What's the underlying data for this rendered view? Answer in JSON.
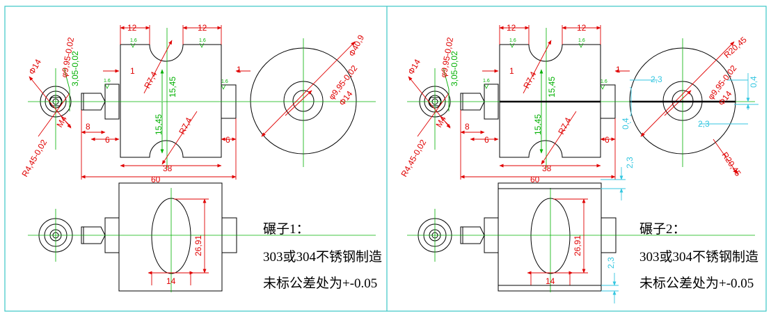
{
  "colors": {
    "outline": "#000000",
    "dimension": "#e00000",
    "centerline": "#00b000",
    "extra_dimension": "#33c6e0",
    "frame": "#39c6c6"
  },
  "panels": [
    {
      "dims": {
        "top_w1": "12",
        "top_w2": "12",
        "tol_left": "1.6",
        "tol_right": "1.6",
        "step_left": "1",
        "step_right": "1",
        "r_top": "R7,4",
        "r_bot": "R7,4",
        "dim_up": "15,45",
        "dim_down": "15,45",
        "pin_len": "8",
        "hub_left": "6",
        "hub_right": "6",
        "total_38": "38",
        "total_60": "60",
        "phi14": "Φ14",
        "phi995": "φ9,95-0,02",
        "dim305": "3,05-0,02",
        "r445": "R4,45-0,02",
        "m4": "M4",
        "big_phi": "Φ40,9",
        "big_phi995": "φ9,95-0,02",
        "big_phi14": "Φ14",
        "ell_h": "26,91",
        "ell_w": "14"
      },
      "notes": {
        "title": "碾子1：",
        "material": "303或304不锈钢制造",
        "tolerance": "未标公差处为+-0.05"
      }
    },
    {
      "dims": {
        "top_w1": "12",
        "top_w2": "12",
        "tol_left": "1.6",
        "tol_right": "1.6",
        "step_left": "1",
        "step_right": "1",
        "r_top": "R7,4",
        "r_bot": "R7,4",
        "dim_up": "15,45",
        "dim_down": "15,45",
        "pin_len": "8",
        "hub_left": "6",
        "hub_right": "6",
        "total_38": "38",
        "total_60": "60",
        "phi14": "Φ14",
        "phi995": "φ9,95-0,02",
        "dim305": "3,05-0,02",
        "r445": "R4,45-0,02",
        "m4": "M4",
        "big_r1": "R20,45",
        "big_phi995": "φ9,95-0,02",
        "big_phi14": "Φ14",
        "big_r2": "R20,45",
        "ell_h": "26,91",
        "ell_w": "14",
        "c23a": "2,3",
        "c23b": "2,3",
        "c04a": "0,4",
        "c04b": "0,4",
        "c23c": "2,3",
        "c23d": "2,3"
      },
      "notes": {
        "title": "碾子2：",
        "material": "303或304不锈钢制造",
        "tolerance": "未标公差处为+-0.05"
      }
    }
  ]
}
